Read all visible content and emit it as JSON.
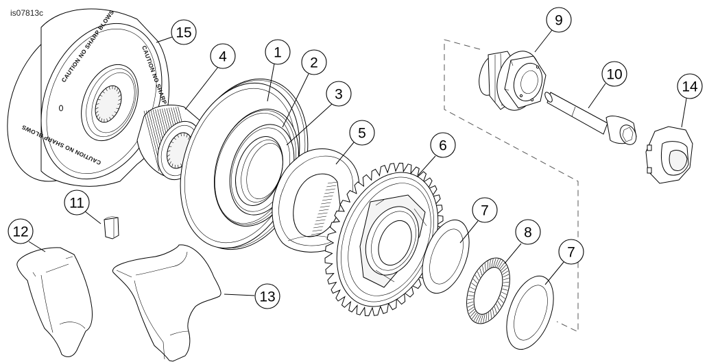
{
  "figure": {
    "id_label": "is07813c",
    "engraving_text": "CAUTION NO SHARP BLOWS"
  },
  "callouts": [
    {
      "key": "c15",
      "number": "15",
      "part": "outer-housing"
    },
    {
      "key": "c4",
      "number": "4",
      "part": "splined-hub"
    },
    {
      "key": "c1",
      "number": "1",
      "part": "compensator-disc"
    },
    {
      "key": "c2",
      "number": "2",
      "part": "spring-ring"
    },
    {
      "key": "c3",
      "number": "3",
      "part": "inner-bearing-ring"
    },
    {
      "key": "c5",
      "number": "5",
      "part": "cam-ring"
    },
    {
      "key": "c6",
      "number": "6",
      "part": "sprocket"
    },
    {
      "key": "c7a",
      "number": "7",
      "part": "thrust-washer"
    },
    {
      "key": "c8",
      "number": "8",
      "part": "wave-washer"
    },
    {
      "key": "c7b",
      "number": "7",
      "part": "thrust-washer"
    },
    {
      "key": "c9",
      "number": "9",
      "part": "hex-nut-assembly"
    },
    {
      "key": "c10",
      "number": "10",
      "part": "bolt"
    },
    {
      "key": "c14",
      "number": "14",
      "part": "cap"
    },
    {
      "key": "c11",
      "number": "11",
      "part": "clip"
    },
    {
      "key": "c12",
      "number": "12",
      "part": "left-cover"
    },
    {
      "key": "c13",
      "number": "13",
      "part": "right-cover"
    }
  ],
  "colors": {
    "line": "#000000",
    "background": "#ffffff",
    "dashed_group": "#555555"
  }
}
